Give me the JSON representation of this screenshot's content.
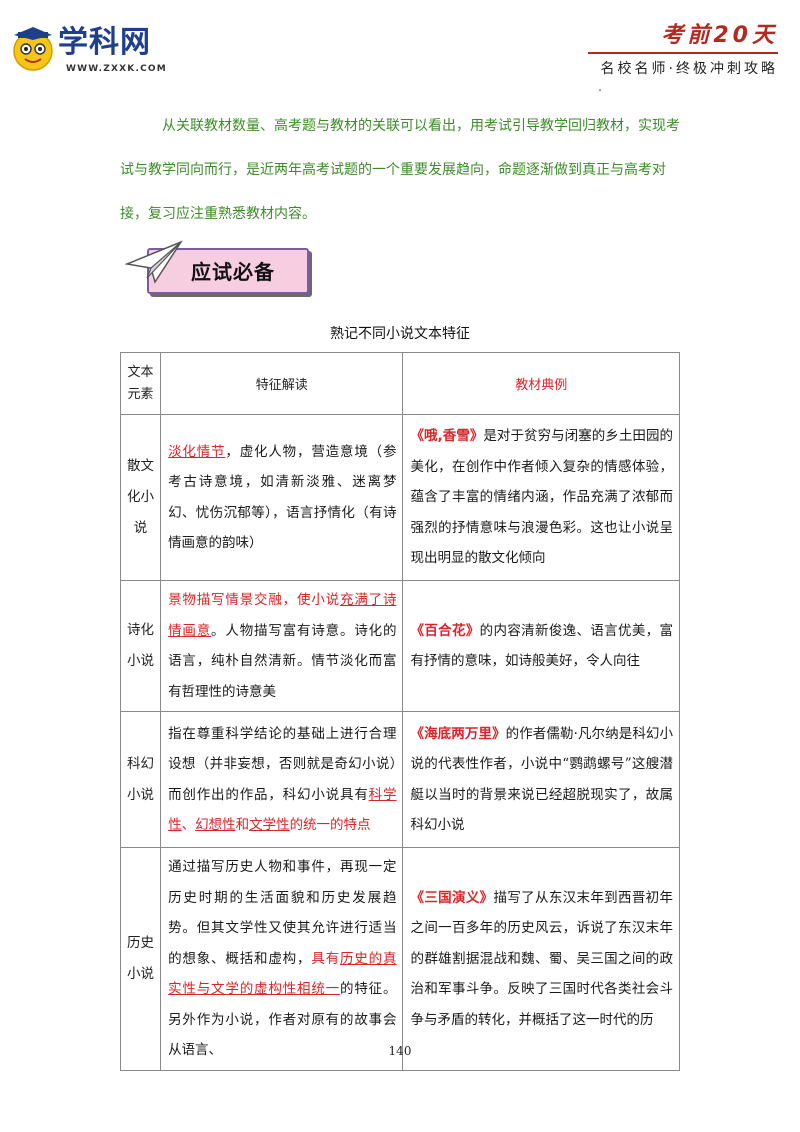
{
  "header": {
    "logo_text": "学科网",
    "logo_url": "WWW.ZXXK.COM",
    "title": "考前20天",
    "subtitle": "名校名师·终极冲刺攻略",
    "dot": "."
  },
  "intro": "从关联教材数量、高考题与教材的关联可以看出，用考试引导教学回归教材，实现考试与教学同向而行，是近两年高考试题的一个重要发展趋向，命题逐渐做到真正与高考对接，复习应注重熟悉教材内容。",
  "section_title": "应试必备",
  "table": {
    "caption": "熟记不同小说文本特征",
    "headers": {
      "element": "文本元素",
      "feature": "特征解读",
      "example": "教材典例"
    },
    "rows": [
      {
        "element": "散文化小说",
        "feature_hl": "淡化情节",
        "feature_rest": "，虚化人物，营造意境（参考古诗意境，如清新淡雅、迷离梦幻、忧伤沉郁等），语言抒情化（有诗情画意的韵味）",
        "example_title": "《哦,香雪》",
        "example_rest": "是对于贫穷与闭塞的乡土田园的美化，在创作中作者倾入复杂的情感体验，蕴含了丰富的情绪内涵，作品充满了浓郁而强烈的抒情意味与浪漫色彩。这也让小说呈现出明显的散文化倾向"
      },
      {
        "element": "诗化小说",
        "feature_pre": "景物描写情景交融，使小说",
        "feature_hl": "充满了诗情画意",
        "feature_rest": "。人物描写富有诗意。诗化的语言，纯朴自然清新。情节淡化而富有哲理性的诗意美",
        "example_title": "《百合花》",
        "example_rest": "的内容清新俊逸、语言优美，富有抒情的意味，如诗般美好，令人向往"
      },
      {
        "element": "科幻小说",
        "feature_pre": "指在尊重科学结论的基础上进行合理设想（并非妄想，否则就是奇幻小说）而创作出的作品，科幻小说具有",
        "feature_hl1": "科学性",
        "feature_sep1": "、",
        "feature_hl2": "幻想性",
        "feature_sep2": "和",
        "feature_hl3": "文学性",
        "feature_rest": "的统一的特点",
        "example_title": "《海底两万里》",
        "example_rest": "的作者儒勒·凡尔纳是科幻小说的代表性作者，小说中“鹦鹉螺号”这艘潜艇以当时的背景来说已经超脱现实了，故属科幻小说"
      },
      {
        "element": "历史小说",
        "feature_pre": "通过描写历史人物和事件，再现一定历史时期的生活面貌和历史发展趋势。但其文学性又使其允许进行适当的想象、概括和虚构，",
        "feature_red": "具有",
        "feature_hl": "历史的真实性与文学的虚构性相统一",
        "feature_rest": "的特征。另外作为小说，作者对原有的故事会从语言、",
        "example_title": "《三国演义》",
        "example_rest": "描写了从东汉末年到西晋初年之间一百多年的历史风云，诉说了东汉末年的群雄割据混战和魏、蜀、吴三国之间的政治和军事斗争。反映了三国时代各类社会斗争与矛盾的转化，并概括了这一时代的历"
      }
    ]
  },
  "page_number": "140",
  "colors": {
    "brand_blue": "#1f3e8c",
    "header_red": "#b3291f",
    "intro_green": "#3d8c2a",
    "highlight_red": "#d8262a",
    "banner_pink": "#f7cde0"
  }
}
